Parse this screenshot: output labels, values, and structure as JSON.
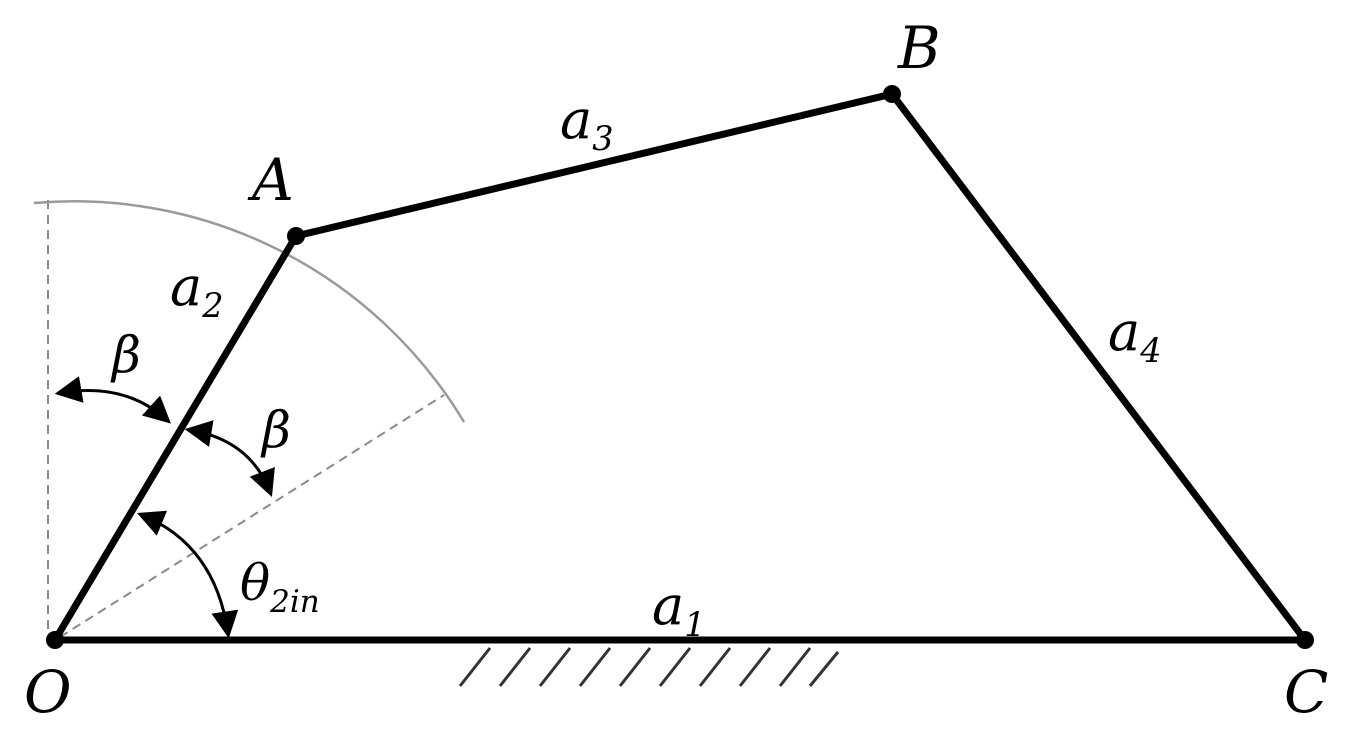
{
  "labels": {
    "point_O": "O",
    "point_A": "A",
    "point_B": "B",
    "point_C": "C",
    "link_a1": {
      "main": "a",
      "sub": "1"
    },
    "link_a2": {
      "main": "a",
      "sub": "2"
    },
    "link_a3": {
      "main": "a",
      "sub": "3"
    },
    "link_a4": {
      "main": "a",
      "sub": "4"
    },
    "beta_left": "β",
    "beta_right": "β",
    "theta": {
      "main": "θ",
      "sub": "2in"
    }
  },
  "colors": {
    "link": "#000000",
    "arc": "#9a9a9a",
    "dashed": "#8a8a8a",
    "ground_hatch": "#333333"
  }
}
